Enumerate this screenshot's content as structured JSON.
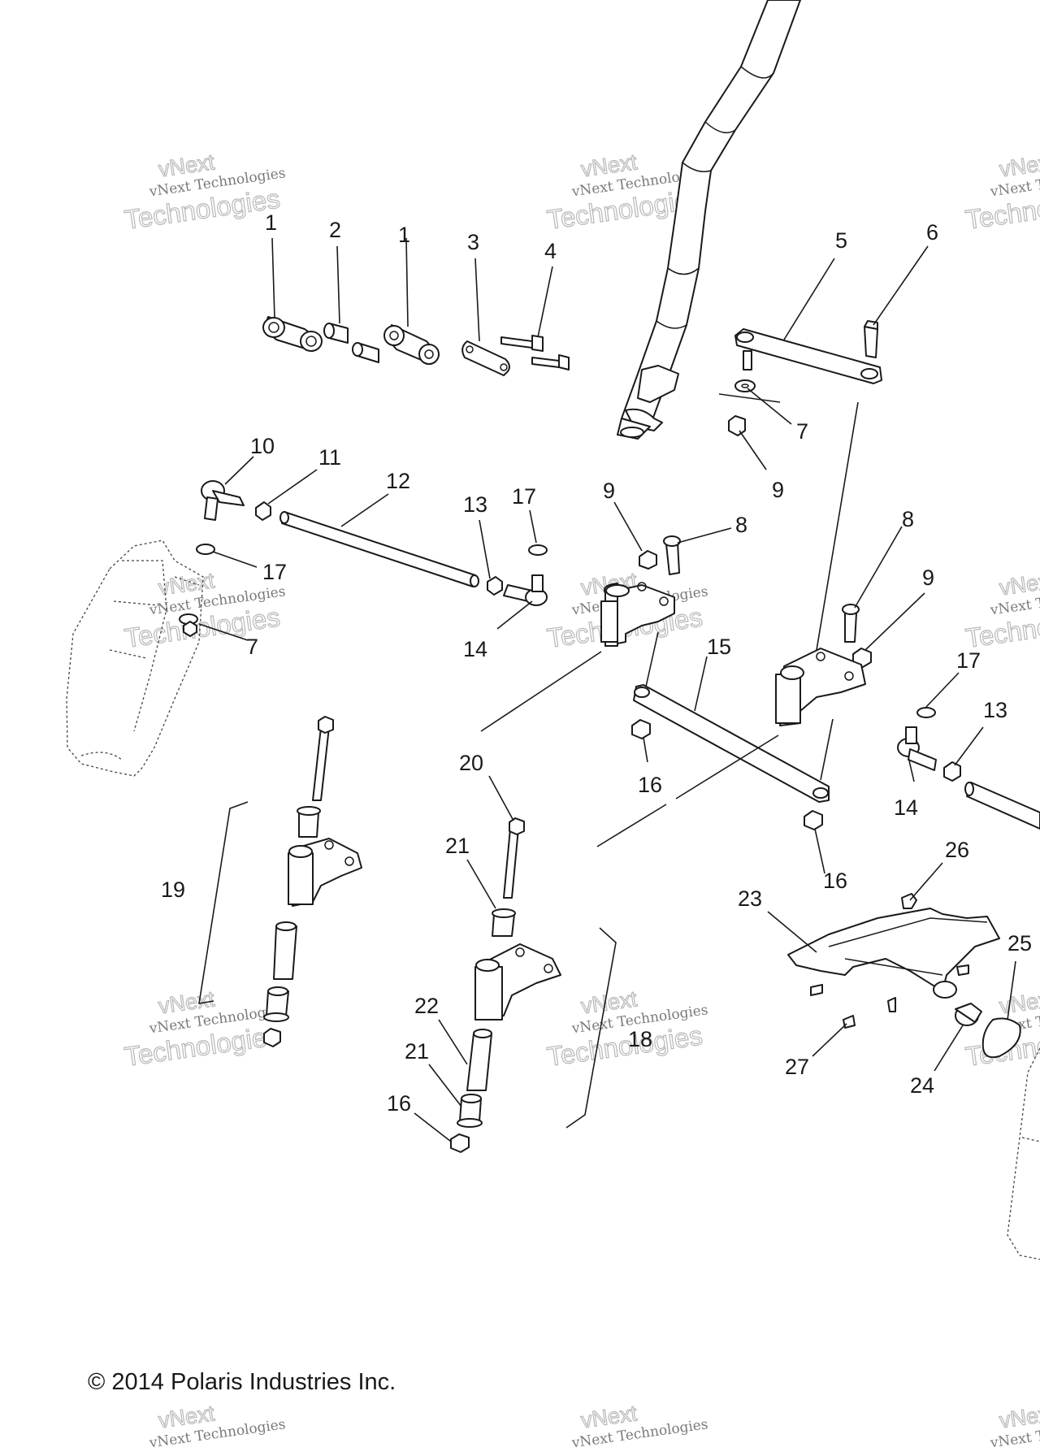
{
  "copyright": "© 2014 Polaris Industries Inc.",
  "watermark": {
    "line1": "vNext",
    "line2": "vNext Technologies",
    "line3": "Technologies"
  },
  "callouts": [
    "1",
    "2",
    "1",
    "3",
    "4",
    "5",
    "6",
    "7",
    "9",
    "10",
    "11",
    "12",
    "13",
    "17",
    "9",
    "8",
    "8",
    "9",
    "17",
    "7",
    "14",
    "15",
    "17",
    "13",
    "16",
    "14",
    "20",
    "16",
    "26",
    "21",
    "19",
    "23",
    "25",
    "22",
    "18",
    "21",
    "27",
    "24",
    "16"
  ]
}
